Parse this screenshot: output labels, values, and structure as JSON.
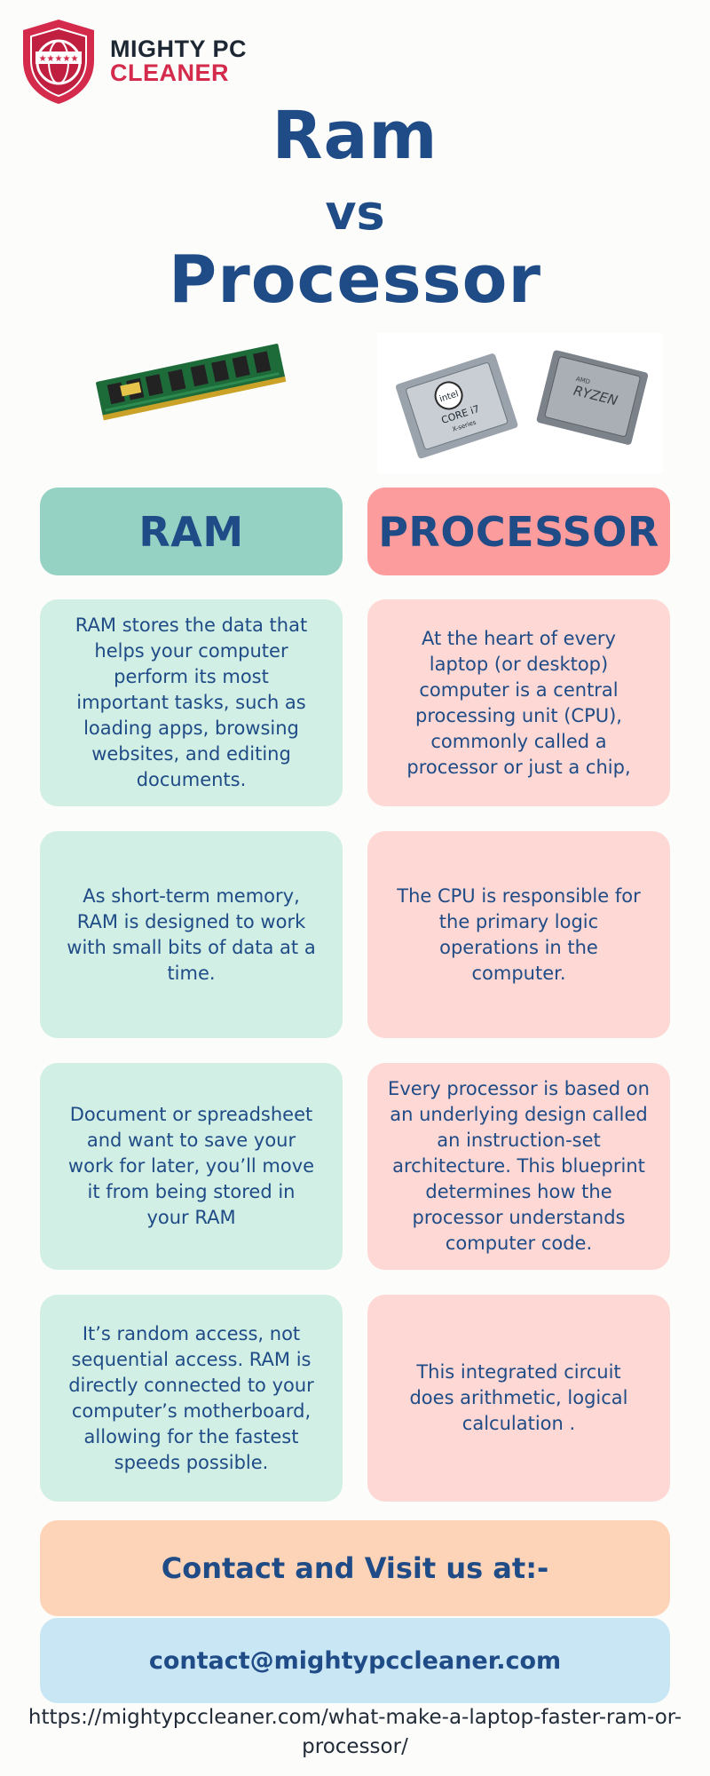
{
  "brand": {
    "line1": "MIGHTY PC",
    "line2": "CLEANER",
    "colors": {
      "red": "#d42a4b",
      "dark": "#1d2733"
    }
  },
  "title": {
    "line1": "Ram",
    "line2": "vs",
    "line3": "Processor"
  },
  "images": {
    "ram": "ram-stick-image",
    "cpu": "cpu-chips-image",
    "cpu_chip1_text": "intel",
    "cpu_chip1_sub": "CORE i7",
    "cpu_chip1_sub2": "X-series",
    "cpu_chip2_text": "AMD",
    "cpu_chip2_sub": "RYZEN"
  },
  "columns": {
    "ram_header": "RAM",
    "processor_header": "PROCESSOR"
  },
  "ram_cards": [
    "RAM stores the data that helps your computer perform its most important tasks, such as loading apps, browsing websites, and editing documents.",
    "As short-term memory, RAM is designed to work with small bits of data at a time.",
    "Document or spreadsheet and want to save your work for later, you’ll move it from being stored in your RAM",
    "It’s random access, not sequential access. RAM is directly connected to your computer’s motherboard, allowing for the fastest speeds possible."
  ],
  "processor_cards": [
    "At the heart of every laptop (or desktop) computer is a central processing unit (CPU), commonly called a processor or just a chip,",
    "The CPU is responsible for the primary logic operations in the computer.",
    "Every processor is based on an underlying design called an instruction-set architecture. This blueprint determines how the processor understands computer code.",
    "This integrated circuit does arithmetic, logical calculation ."
  ],
  "contact": {
    "title": "Contact and Visit us at:-",
    "email": "contact@mightypccleaner.com",
    "url": "https://mightypccleaner.com/what-make-a-laptop-faster-ram-or-processor/"
  },
  "colors": {
    "title_blue": "#1f4b86",
    "ram_header_bg": "#95d2c3",
    "ram_card_bg": "#d1efe4",
    "processor_header_bg": "#fd9c9c",
    "processor_card_bg": "#fed8d4",
    "contact_title_bg": "#fed4b8",
    "contact_email_bg": "#c9e6f5"
  }
}
